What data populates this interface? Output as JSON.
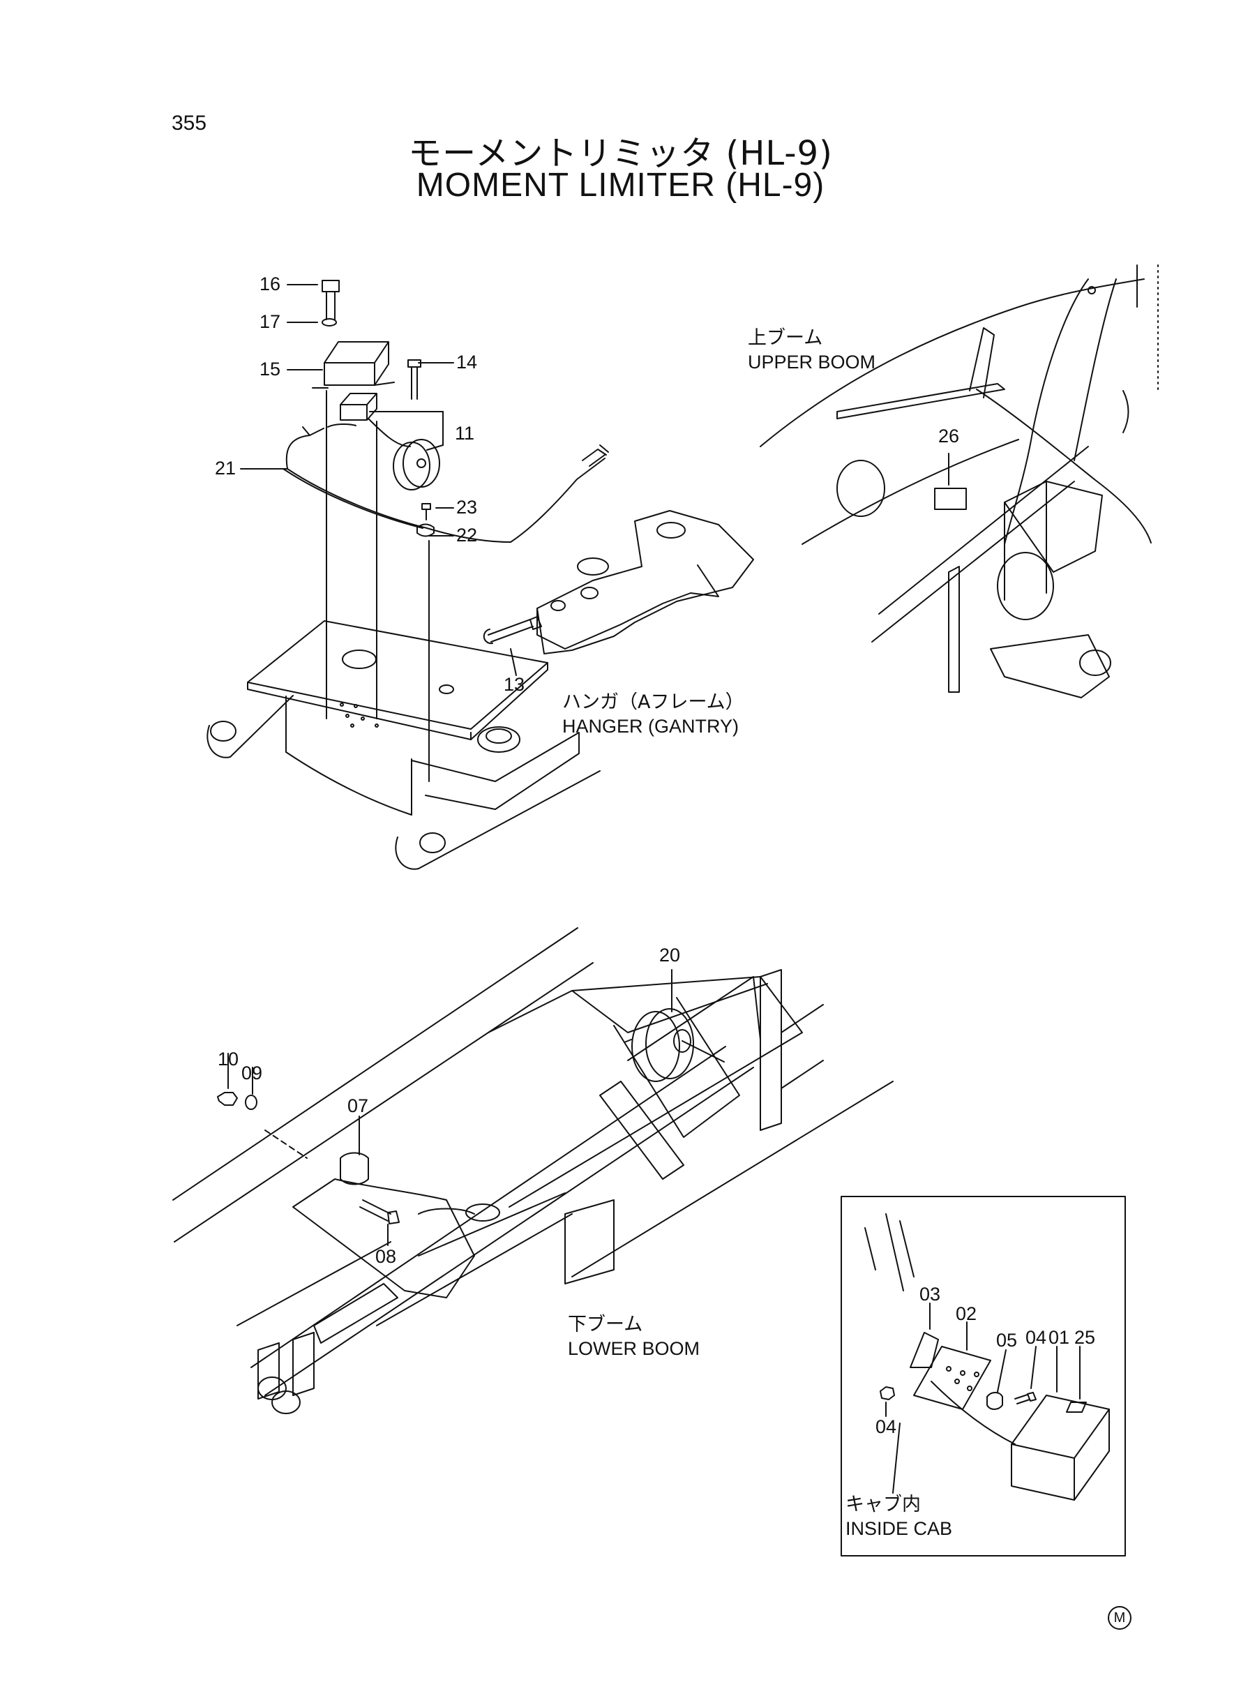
{
  "page_number": "355",
  "title": {
    "japanese": "モーメントリミッタ (HL-9)",
    "english": "MOMENT LIMITER (HL-9)"
  },
  "sections": {
    "hanger": {
      "label_jp": "ハンガ（Aフレーム）",
      "label_en": "HANGER (GANTRY)"
    },
    "upper_boom": {
      "label_jp": "上ブーム",
      "label_en": "UPPER BOOM"
    },
    "lower_boom": {
      "label_jp": "下ブーム",
      "label_en": "LOWER BOOM"
    },
    "inside_cab": {
      "label_jp": "キャブ内",
      "label_en": "INSIDE CAB"
    }
  },
  "callouts": {
    "c16": "16",
    "c17": "17",
    "c15": "15",
    "c14": "14",
    "c11": "11",
    "c21": "21",
    "c23": "23",
    "c22": "22",
    "c13": "13",
    "c26": "26",
    "c20": "20",
    "c10": "10",
    "c09": "09",
    "c07": "07",
    "c08": "08",
    "c03": "03",
    "c02": "02",
    "c05": "05",
    "c04a": "04",
    "c01": "01",
    "c25": "25",
    "c04b": "04"
  },
  "mark": "M"
}
